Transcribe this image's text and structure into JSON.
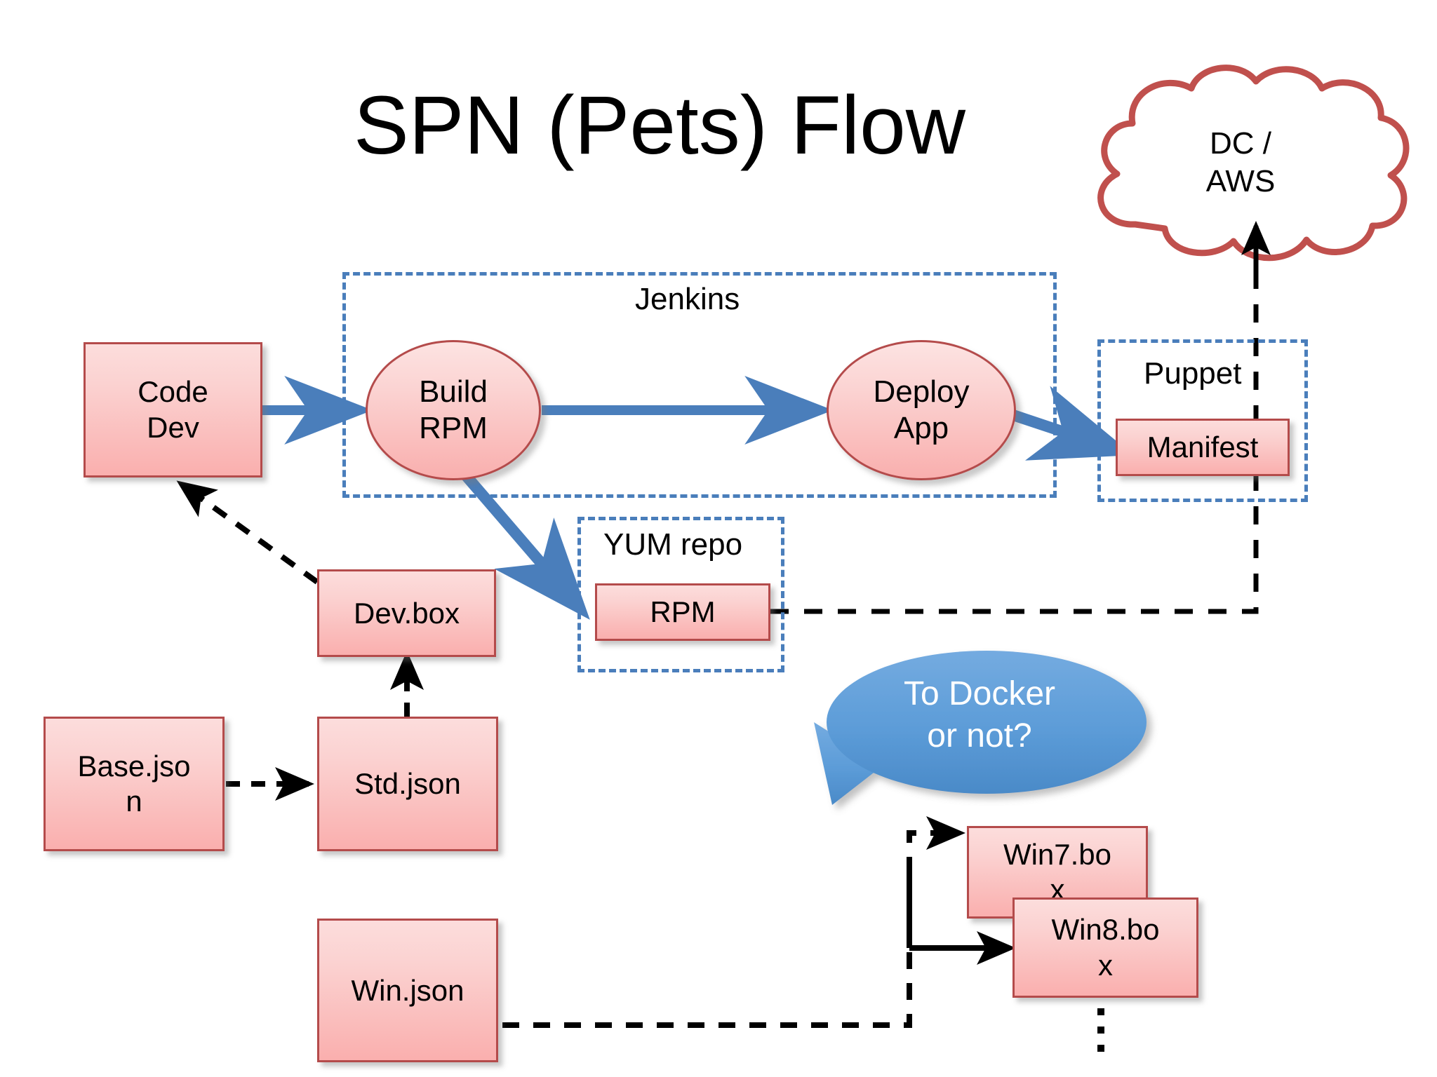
{
  "slide": {
    "title": "SPN (Pets) Flow",
    "background_color": "#FFFFFF"
  },
  "colors": {
    "box_border": "#B44B4B",
    "box_fill_top": "#FCDDDC",
    "box_fill_bottom": "#FAAFAE",
    "group_dash": "#4A7EBB",
    "flow_arrow": "#4A7EBB",
    "dependency_arrow": "#000000",
    "cloud_outline": "#C0504D",
    "bubble_fill": "#5B9BD5",
    "bubble_text": "#FFFFFF"
  },
  "nodes": {
    "code_dev": {
      "label": "Code\nDev",
      "line1": "Code",
      "line2": "Dev",
      "shape": "rect"
    },
    "build_rpm": {
      "line1": "Build",
      "line2": "RPM",
      "shape": "ellipse"
    },
    "deploy_app": {
      "line1": "Deploy",
      "line2": "App",
      "shape": "ellipse"
    },
    "manifest": {
      "label": "Manifest",
      "shape": "rect"
    },
    "rpm": {
      "label": "RPM",
      "shape": "rect"
    },
    "dev_box": {
      "label": "Dev.box",
      "shape": "rect"
    },
    "base_json": {
      "line1": "Base.jso",
      "line2": "n",
      "shape": "rect"
    },
    "std_json": {
      "label": "Std.json",
      "shape": "rect"
    },
    "win_json": {
      "label": "Win.json",
      "shape": "rect"
    },
    "win7_box": {
      "line1": "Win7.bo",
      "line2": "x",
      "shape": "rect"
    },
    "win8_box": {
      "line1": "Win8.bo",
      "line2": "x",
      "shape": "rect"
    }
  },
  "groups": {
    "jenkins": {
      "label": "Jenkins"
    },
    "puppet": {
      "label": "Puppet"
    },
    "yum_repo": {
      "label": "YUM repo"
    }
  },
  "cloud": {
    "line1": "DC /",
    "line2": "AWS"
  },
  "callout": {
    "line1": "To Docker",
    "line2": "or not?"
  },
  "ellipsis": {
    "label": "vertical-ellipsis"
  },
  "edges": [
    {
      "from": "code_dev",
      "to": "build_rpm",
      "style": "solid",
      "color": "#4A7EBB"
    },
    {
      "from": "build_rpm",
      "to": "deploy_app",
      "style": "solid",
      "color": "#4A7EBB"
    },
    {
      "from": "build_rpm",
      "to": "rpm",
      "style": "solid",
      "color": "#4A7EBB"
    },
    {
      "from": "deploy_app",
      "to": "manifest",
      "style": "solid",
      "color": "#4A7EBB"
    },
    {
      "from": "rpm",
      "to": "cloud",
      "style": "dashed",
      "color": "#000000"
    },
    {
      "from": "dev_box",
      "to": "code_dev",
      "style": "dashed",
      "color": "#000000"
    },
    {
      "from": "std_json",
      "to": "dev_box",
      "style": "dashed",
      "color": "#000000"
    },
    {
      "from": "base_json",
      "to": "std_json",
      "style": "dashed",
      "color": "#000000"
    },
    {
      "from": "win_json",
      "to": "win7_box",
      "style": "dashed",
      "color": "#000000"
    },
    {
      "from": "win_json",
      "to": "win8_box",
      "style": "dashed",
      "color": "#000000"
    }
  ]
}
